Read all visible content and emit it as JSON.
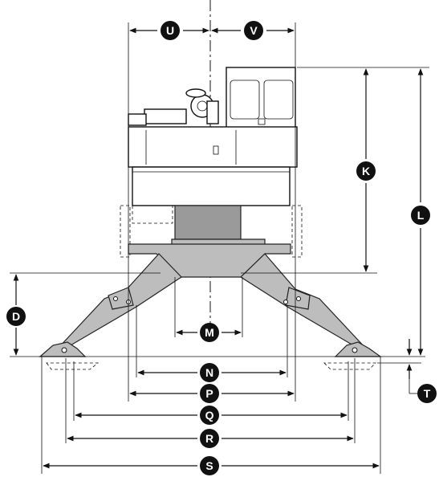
{
  "labels": {
    "U": "U",
    "V": "V",
    "K": "K",
    "L": "L",
    "D": "D",
    "M": "M",
    "N": "N",
    "P": "P",
    "Q": "Q",
    "R": "R",
    "S": "S",
    "T": "T"
  }
}
